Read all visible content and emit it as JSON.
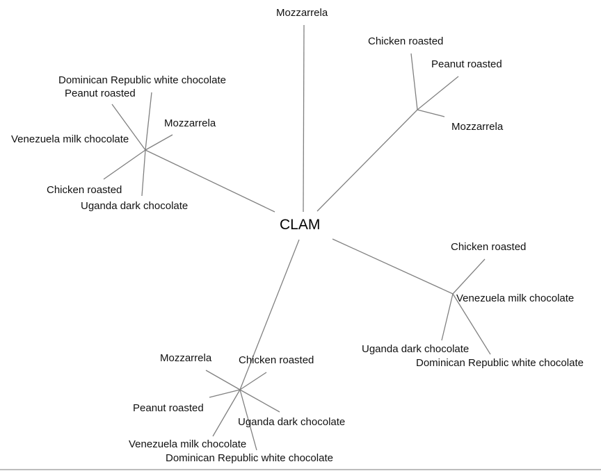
{
  "diagram": {
    "type": "radial-tree",
    "edge_color": "#808080",
    "root": "CLAM",
    "branches": [
      {
        "id": "top",
        "children": [
          "Mozzarrela"
        ]
      },
      {
        "id": "top-right",
        "children": [
          "Chicken roasted",
          "Peanut roasted",
          "Mozzarrela"
        ]
      },
      {
        "id": "left",
        "children": [
          "Dominican Republic white chocolate",
          "Peanut roasted",
          "Mozzarrela",
          "Venezuela milk chocolate",
          "Chicken roasted",
          "Uganda dark chocolate"
        ]
      },
      {
        "id": "right",
        "children": [
          "Chicken roasted",
          "Venezuela milk chocolate",
          "Uganda dark chocolate",
          "Dominican Republic white chocolate"
        ]
      },
      {
        "id": "bottom",
        "children": [
          "Mozzarrela",
          "Chicken roasted",
          "Peanut roasted",
          "Uganda dark chocolate",
          "Venezuela milk chocolate",
          "Dominican Republic white chocolate"
        ]
      }
    ]
  }
}
